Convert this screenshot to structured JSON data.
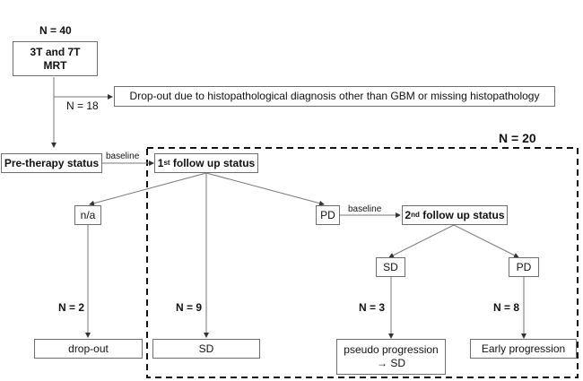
{
  "diagram": {
    "total_label": "N = 40",
    "mrt_box": {
      "line1": "3T and 7T",
      "line2": "MRT"
    },
    "dropout_n": "N = 18",
    "dropout_box": "Drop-out due to histopathological diagnosis other than GBM or missing histopathology",
    "subgroup_label": "N = 20",
    "pretherapy_box": "Pre-therapy status",
    "baseline_label_1": "baseline",
    "first_followup": {
      "num": "1",
      "sup": "st",
      "text": " follow up status"
    },
    "na_box": "n/a",
    "pd_box_1": "PD",
    "baseline_label_2": "baseline",
    "second_followup": {
      "num": "2",
      "sup": "nd",
      "text": " follow up status"
    },
    "sd_box_2": "SD",
    "pd_box_2": "PD",
    "n_na": "N = 2",
    "n_sd": "N = 9",
    "n_sd2": "N = 3",
    "n_pd2": "N = 8",
    "outcome_dropout": "drop-out",
    "outcome_sd": "SD",
    "outcome_pseudo": {
      "line1": "pseudo progression",
      "line2": "→ SD"
    },
    "outcome_early": "Early progression"
  }
}
